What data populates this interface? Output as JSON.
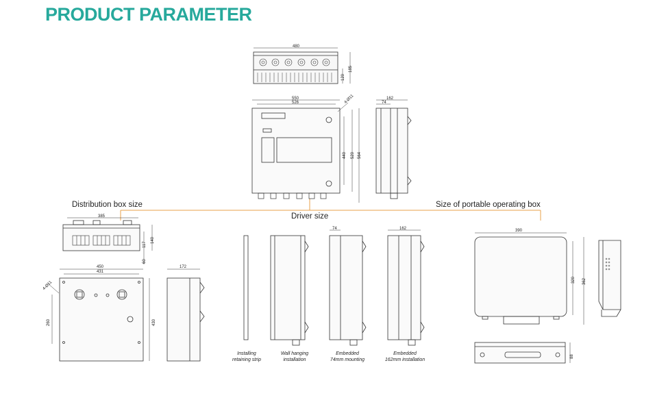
{
  "title": "PRODUCT PARAMETER",
  "sections": {
    "distribution": "Distribution box size",
    "driver": "Driver size",
    "portable": "Size of portable operating box"
  },
  "captions": {
    "strip_l1": "Installing",
    "strip_l2": "retaining strip",
    "wall_l1": "Wall hanging",
    "wall_l2": "installation",
    "emb74_l1": "Embedded",
    "emb74_l2": "74mm mounting",
    "emb162_l1": "Embedded",
    "emb162_l2": "162mm installation"
  },
  "dims": {
    "top_480": "480",
    "top_120": "120",
    "top_185": "185",
    "front_550": "550",
    "front_526": "526",
    "front_hole": "4-Ø11",
    "front_440": "440",
    "front_520": "520",
    "front_564": "564",
    "side_162": "162",
    "side_74": "74",
    "dist_385": "385",
    "dist_117": "117",
    "dist_140": "140",
    "dist_60": "60",
    "dist_450": "450",
    "dist_431": "431",
    "dist_hole": "4-Ø11",
    "dist_260": "260",
    "dist_430": "430",
    "dist_172": "172",
    "drv_74": "74",
    "drv_162": "162",
    "port_390": "390",
    "port_320": "320",
    "port_362": "362",
    "port_88": "88"
  },
  "colors": {
    "title": "#27a99c",
    "leader": "#e8a04a",
    "line": "#333333"
  }
}
